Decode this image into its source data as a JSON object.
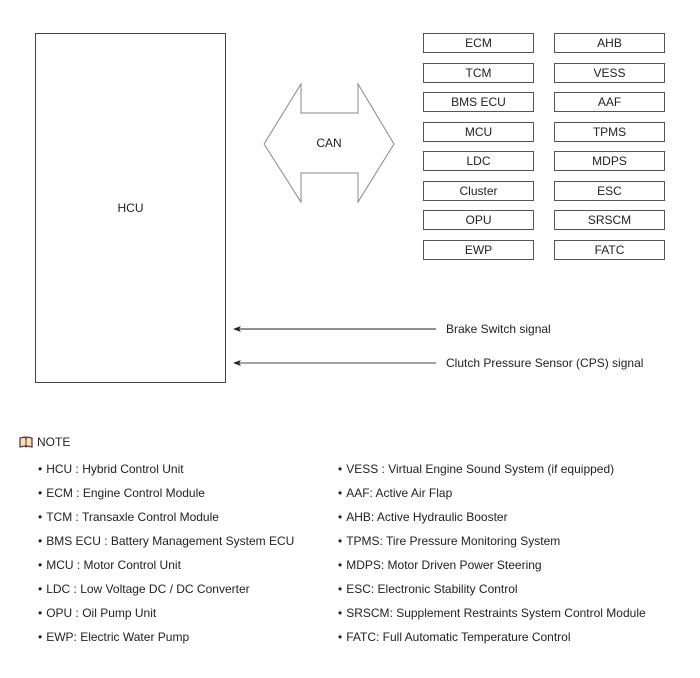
{
  "diagram": {
    "hcu_label": "HCU",
    "can_label": "CAN",
    "ecu_left": [
      "ECM",
      "TCM",
      "BMS ECU",
      "MCU",
      "LDC",
      "Cluster",
      "OPU",
      "EWP"
    ],
    "ecu_right": [
      "AHB",
      "VESS",
      "AAF",
      "TPMS",
      "MDPS",
      "ESC",
      "SRSCM",
      "FATC"
    ],
    "signals": [
      "Brake Switch signal",
      "Clutch Pressure Sensor (CPS) signal"
    ]
  },
  "note": {
    "icon": "book-icon",
    "title": "NOTE",
    "left": [
      "HCU : Hybrid Control Unit",
      "ECM : Engine Control Module",
      "TCM : Transaxle Control Module",
      "BMS ECU : Battery Management System ECU",
      "MCU : Motor Control Unit",
      "LDC : Low Voltage DC / DC Converter",
      "OPU : Oil Pump Unit",
      "EWP: Electric Water Pump"
    ],
    "right": [
      "VESS : Virtual Engine Sound System (if equipped)",
      "AAF: Active Air Flap",
      "AHB: Active Hydraulic Booster",
      "TPMS: Tire Pressure Monitoring System",
      "MDPS: Motor Driven Power Steering",
      "ESC: Electronic Stability Control",
      "SRSCM: Supplement Restraints System Control Module",
      "FATC: Full Automatic Temperature Control"
    ]
  }
}
